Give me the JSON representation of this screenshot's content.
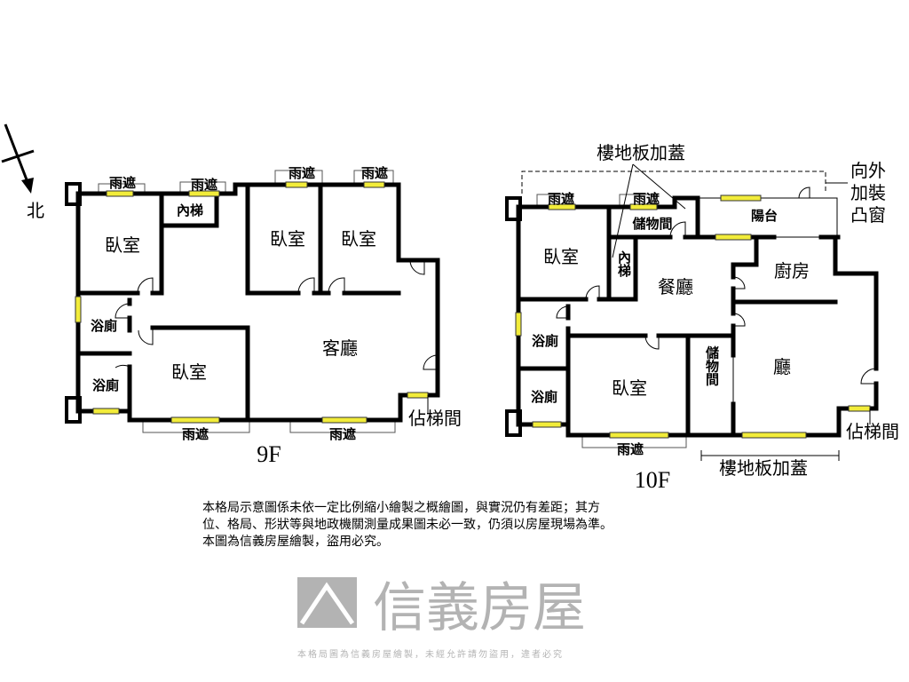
{
  "compass": {
    "north_label": "北"
  },
  "watermark": {
    "brand": "信義房屋",
    "notice": "本格局圖為信義房屋繪製，未經允許請勿盜用，違者必究"
  },
  "floor9": {
    "title": "9F",
    "rooms": {
      "bedroom_a": "臥室",
      "inner_stair": "內梯",
      "bedroom_b": "臥室",
      "bedroom_c": "臥室",
      "bath_a": "浴廁",
      "bath_b": "浴廁",
      "bedroom_d": "臥室",
      "living": "客廳",
      "stairwell": "佔梯間"
    },
    "canopy_label": "雨遮"
  },
  "floor10": {
    "title": "10F",
    "rooms": {
      "bedroom_a": "臥室",
      "storage_a": "儲物間",
      "inner_stair": "內梯",
      "dining": "餐廳",
      "balcony": "陽台",
      "kitchen": "廚房",
      "bath_a": "浴廁",
      "bath_b": "浴廁",
      "bedroom_b": "臥室",
      "storage_b": "儲物間",
      "hall": "廳",
      "stairwell": "佔梯間"
    },
    "canopy_label": "雨遮",
    "annotation_top": "樓地板加蓋",
    "annotation_bottom": "樓地板加蓋",
    "bay_window_note": [
      "向外",
      "加裝",
      "凸窗"
    ]
  },
  "notes": [
    "本格局示意圖係未依一定比例縮小繪製之概繪圖，與實況仍有差距；其方",
    "位、格局、形狀等與地政機關測量成果圖未必一致，仍須以房屋現場為準。",
    "本圖為信義房屋繪製，盜用必究。"
  ]
}
